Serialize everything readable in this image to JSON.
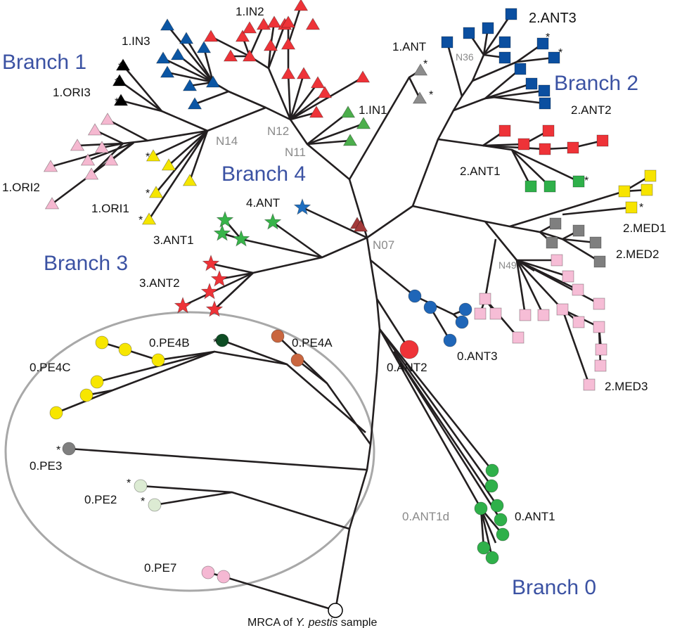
{
  "branches": {
    "b0": "Branch 0",
    "b1": "Branch 1",
    "b2": "Branch 2",
    "b3": "Branch 3",
    "b4": "Branch 4"
  },
  "nodes": {
    "n07": "N07",
    "n11": "N11",
    "n12": "N12",
    "n14": "N14",
    "n36": "N36",
    "n49": "N49",
    "ant1d": "0.ANT1d"
  },
  "lineages": {
    "IN2": {
      "label": "1.IN2",
      "color": "#ee3338",
      "shape": "triangle"
    },
    "IN3": {
      "label": "1.IN3",
      "color": "#0b56a4",
      "shape": "triangle"
    },
    "IN1": {
      "label": "1.IN1",
      "color": "#4cae4c",
      "shape": "triangle"
    },
    "ORI3": {
      "label": "1.ORI3",
      "color": "#000000",
      "shape": "triangle"
    },
    "ORI2": {
      "label": "1.ORI2",
      "color": "#f5b8d0",
      "shape": "triangle"
    },
    "ORI1": {
      "label": "1.ORI1",
      "color": "#f5e600",
      "shape": "triangle"
    },
    "ANT1b": {
      "label": "1.ANT",
      "color": "#8c8c8c",
      "shape": "triangle"
    },
    "N07": {
      "label": "",
      "color": "#a33a3a",
      "shape": "triangle"
    },
    "ANT3_2": {
      "label": "2.ANT3",
      "color": "#0b4fa0",
      "shape": "square"
    },
    "ANT2_2": {
      "label": "2.ANT2",
      "color": "#ee3338",
      "shape": "square"
    },
    "ANT1_2": {
      "label": "2.ANT1",
      "color": "#2fb04a",
      "shape": "square"
    },
    "MED1": {
      "label": "2.MED1",
      "color": "#f7e400",
      "shape": "square"
    },
    "MED2": {
      "label": "2.MED2",
      "color": "#7f7f7f",
      "shape": "square"
    },
    "MED3": {
      "label": "2.MED3",
      "color": "#f6bdd6",
      "shape": "square"
    },
    "ANT4": {
      "label": "4.ANT",
      "color": "#1e6ec0",
      "shape": "star"
    },
    "ANT1_3": {
      "label": "3.ANT1",
      "color": "#38b44a",
      "shape": "star"
    },
    "ANT2_3": {
      "label": "3.ANT2",
      "color": "#ee3338",
      "shape": "star"
    },
    "ANT3_0": {
      "label": "0.ANT3",
      "color": "#1f66b8",
      "shape": "circle"
    },
    "ANT2_0": {
      "label": "0.ANT2",
      "color": "#ee3338",
      "shape": "circle"
    },
    "ANT1_0": {
      "label": "0.ANT1",
      "color": "#2fb04a",
      "shape": "circle"
    },
    "PE4A": {
      "label": "0.PE4A",
      "color": "#c9663f",
      "shape": "circle"
    },
    "PE4B": {
      "label": "0.PE4B",
      "color": "#0e4d24",
      "shape": "circle"
    },
    "PE4C": {
      "label": "0.PE4C",
      "color": "#f7e600",
      "shape": "circle"
    },
    "PE3": {
      "label": "0.PE3",
      "color": "#7f7f7f",
      "shape": "circle"
    },
    "PE2": {
      "label": "0.PE2",
      "color": "#dcebd3",
      "shape": "circle"
    },
    "PE7": {
      "label": "0.PE7",
      "color": "#f5b8d3",
      "shape": "circle"
    },
    "MRCA": {
      "label": "",
      "color": "#ffffff",
      "shape": "circle"
    }
  },
  "asterisk": "*",
  "caption": {
    "prefix": "MRCA of ",
    "italic": "Y. pestis",
    "suffix": " sample"
  },
  "colors": {
    "branch_text": "#3b52a3",
    "node_text": "#8a8a8a",
    "edge": "#231f20",
    "ellipse": "#a8a8a8"
  }
}
